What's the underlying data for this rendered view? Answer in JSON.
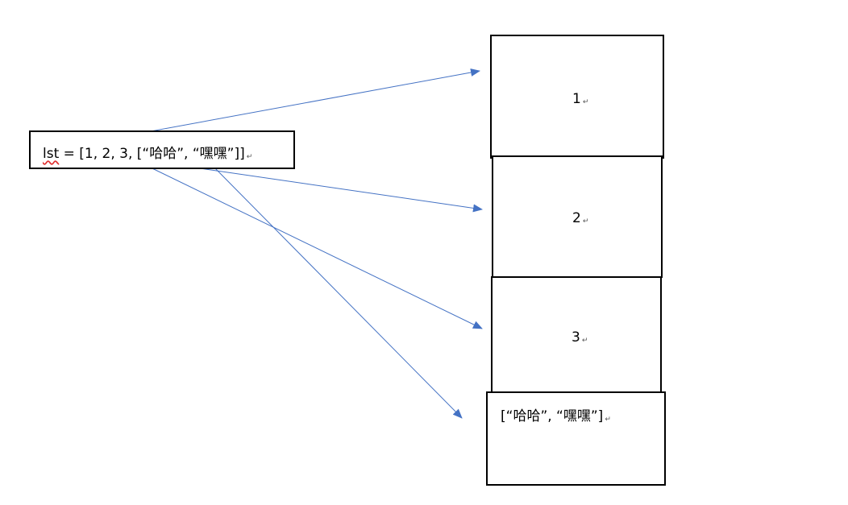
{
  "code": {
    "lst_token": "lst",
    "rest": " = [1, 2, 3, [“哈哈”, “嘿嘿”]]",
    "paragraph_mark": "↵"
  },
  "cells": [
    {
      "label": "1",
      "mark": "↵"
    },
    {
      "label": "2",
      "mark": "↵"
    },
    {
      "label": "3",
      "mark": "↵"
    },
    {
      "label": "[“哈哈”, “嘿嘿”]",
      "mark": "↵"
    }
  ],
  "colors": {
    "arrow": "#4472c4",
    "box_border": "#000000",
    "spellcheck_underline": "#e03030"
  }
}
